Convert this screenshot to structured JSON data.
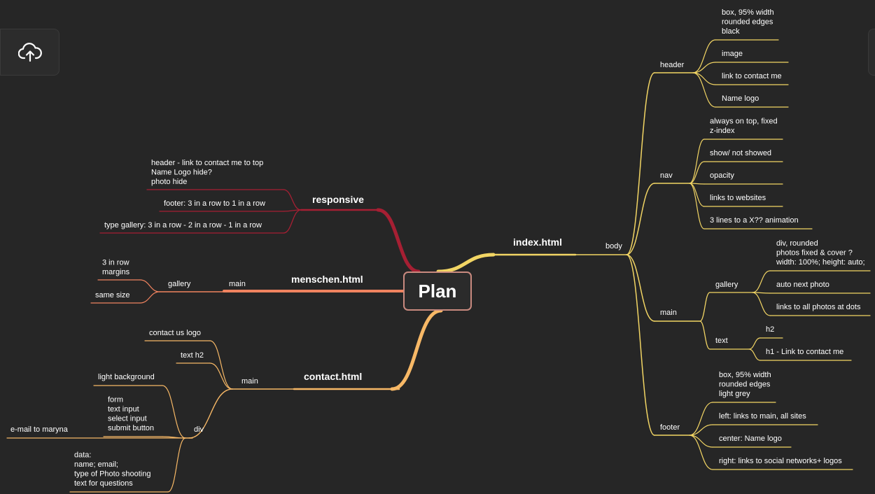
{
  "root": "Plan",
  "toolbar": {
    "upload_icon": "cloud-upload-icon"
  },
  "colors": {
    "background": "#262626",
    "index": "#f2d564",
    "responsive": "#a61f33",
    "menschen": "#f0835f",
    "contact": "#f7b866",
    "root_border": "#c98a7f"
  },
  "index": {
    "title": "index.html",
    "body": "body",
    "header": {
      "label": "header",
      "items": [
        "box, 95% width\nrounded edges\nblack",
        "image",
        "link to contact me",
        "Name logo"
      ]
    },
    "nav": {
      "label": "nav",
      "items": [
        "always on top, fixed\nz-index",
        "show/ not showed",
        "opacity",
        "links to websites",
        "3 lines to a X?? animation"
      ]
    },
    "main": {
      "label": "main",
      "gallery": {
        "label": "gallery",
        "items": [
          "div, rounded\nphotos fixed & cover ?\nwidth: 100%; height: auto;",
          "auto next photo",
          "links to all photos at dots"
        ]
      },
      "text": {
        "label": "text",
        "items": [
          "h2",
          "h1 - Link to contact me"
        ]
      }
    },
    "footer": {
      "label": "footer",
      "items": [
        "box, 95% width\nrounded edges\nlight grey",
        "left: links to main, all sites",
        "center: Name logo",
        "right: links to social networks+ logos"
      ]
    }
  },
  "responsive": {
    "title": "responsive",
    "items": [
      "header - link to contact me to top\nName Logo hide?\nphoto hide",
      "footer: 3 in a row to 1 in a row",
      "type gallery: 3 in a row - 2 in a row - 1 in a row"
    ]
  },
  "menschen": {
    "title": "menschen.html",
    "main": "main",
    "gallery": "gallery",
    "items": [
      "3 in row\nmargins",
      "same size"
    ]
  },
  "contact": {
    "title": "contact.html",
    "main": "main",
    "items": [
      "contact us logo",
      "text h2"
    ],
    "div": {
      "label": "div",
      "items": [
        "light background",
        "form\ntext input\nselect input\nsubmit button",
        "e-mail to maryna",
        "data:\nname; email;\ntype of Photo shooting\ntext for questions"
      ]
    }
  }
}
